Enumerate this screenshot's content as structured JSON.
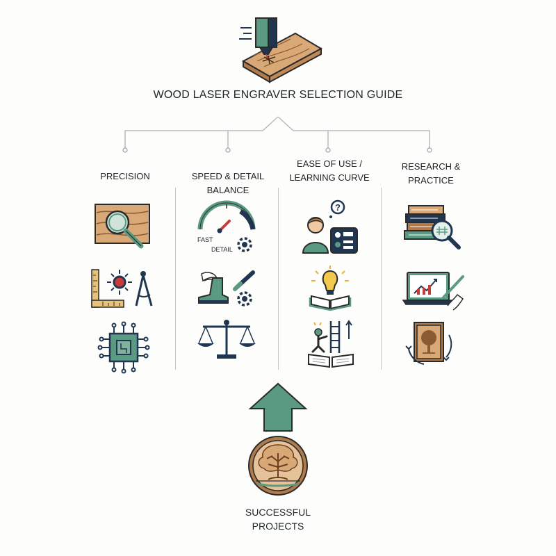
{
  "title": "WOOD LASER ENGRAVER SELECTION GUIDE",
  "columns": [
    {
      "label_lines": [
        "PRECISION"
      ],
      "icons": [
        "magnifier-on-wood-icon",
        "ruler-target-compass-icon",
        "circuit-chip-icon"
      ]
    },
    {
      "label_lines": [
        "SPEED & DETAIL BALANCE"
      ],
      "icons": [
        "speed-gauge-icon",
        "winged-boot-tools-icon",
        "balance-scale-icon"
      ]
    },
    {
      "label_lines": [
        "EASE OF USE /",
        "LEARNING CURVE"
      ],
      "icons": [
        "user-question-panel-icon",
        "lightbulb-book-icon",
        "ladder-book-icon"
      ]
    },
    {
      "label_lines": [
        "RESEARCH &",
        "PRACTICE"
      ],
      "icons": [
        "books-magnifier-icon",
        "laptop-chart-icon",
        "engraved-tile-cycle-icon"
      ]
    }
  ],
  "gauge_labels": {
    "fast": "FAST",
    "detail": "DETAIL"
  },
  "result": {
    "label_lines": [
      "SUCCESSFUL",
      "PROJECTS"
    ]
  },
  "colors": {
    "teal": "#5b9a82",
    "navy": "#1f3550",
    "wood": "#d9a877",
    "wood_dark": "#b07a4a",
    "line": "#b8bcbd",
    "gold": "#e8b23c",
    "red": "#c93a3a"
  }
}
